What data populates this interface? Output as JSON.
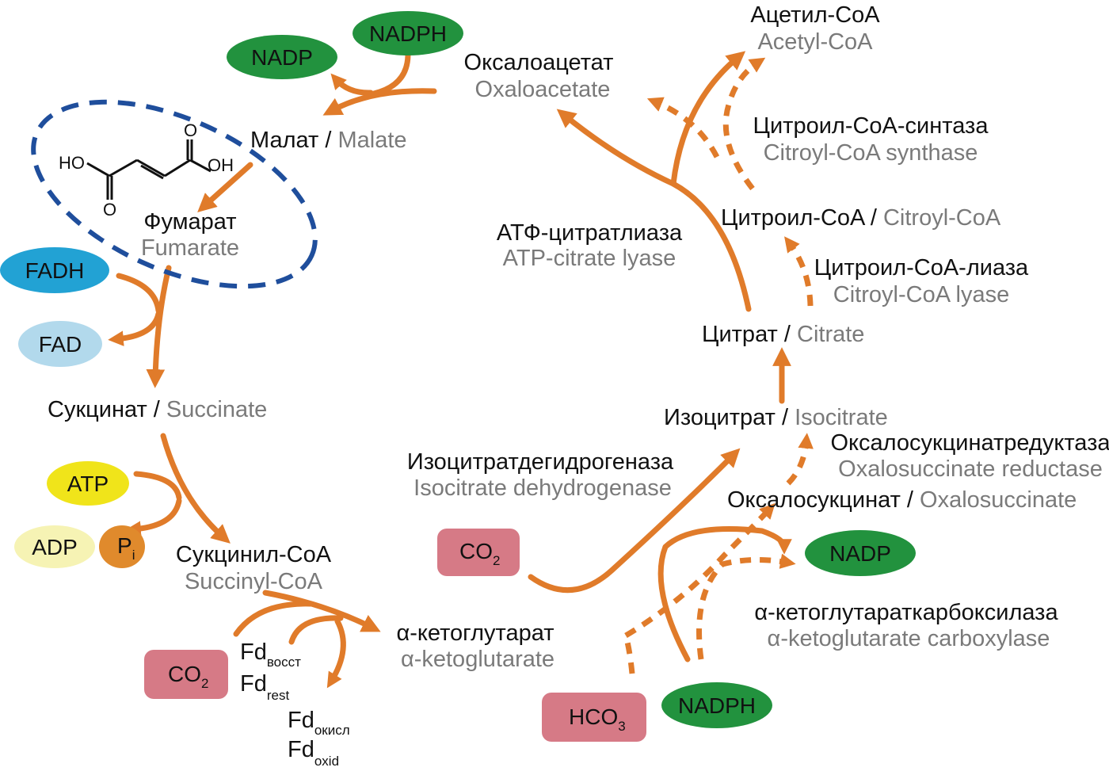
{
  "metabolites": {
    "oxaloacetate": {
      "ru": "Оксалоацетат",
      "en": "Oxaloacetate"
    },
    "malate": {
      "ru": "Малат",
      "sep": " / ",
      "en": "Malate"
    },
    "fumarate": {
      "ru": "Фумарат",
      "en": "Fumarate"
    },
    "succinate": {
      "ru": "Сукцинат",
      "sep": " / ",
      "en": "Succinate"
    },
    "succinyl_coa": {
      "ru": "Сукцинил-CoA",
      "en": "Succinyl-CoA"
    },
    "alpha_kg": {
      "ru": "α-кетоглутарат",
      "en": "α-ketoglutarate"
    },
    "oxalosuccinate": {
      "ru": "Оксалосукцинат",
      "sep": " / ",
      "en": "Oxalosuccinate"
    },
    "isocitrate": {
      "ru": "Изоцитрат",
      "sep": " / ",
      "en": "Isocitrate"
    },
    "citrate": {
      "ru": "Цитрат",
      "sep": " / ",
      "en": "Citrate"
    },
    "citroyl_coa": {
      "ru": "Цитроил-CoA",
      "sep": " / ",
      "en": "Citroyl-CoA"
    },
    "acetyl_coa": {
      "ru": "Ацетил-CoA",
      "en": "Acetyl-CoA"
    }
  },
  "enzymes": {
    "atp_citrate_lyase": {
      "ru": "АТФ-цитратлиаза",
      "en": "ATP-citrate lyase"
    },
    "citroyl_coa_synthase": {
      "ru": "Цитроил-CoA-синтаза",
      "en": "Citroyl-CoA synthase"
    },
    "citroyl_coa_lyase": {
      "ru": "Цитроил-CoA-лиаза",
      "en": "Citroyl-CoA lyase"
    },
    "oxalosuccinate_reductase": {
      "ru": "Оксалосукцинатредуктаза",
      "en": "Oxalosuccinate reductase"
    },
    "isocitrate_dehydrogenase": {
      "ru": "Изоцитратдегидрогеназа",
      "en": "Isocitrate dehydrogenase"
    },
    "akg_carboxylase": {
      "ru": "α-кетоглутараткарбоксилаза",
      "en": "α-ketoglutarate carboxylase"
    }
  },
  "cofactors": {
    "nadp_top": "NADP",
    "nadph_top": "NADPH",
    "fadh": "FADH",
    "fad": "FAD",
    "atp": "ATP",
    "adp": "ADP",
    "pi": {
      "main": "P",
      "sub": "i"
    },
    "co2_left": {
      "main": "CO",
      "sub": "2"
    },
    "co2_right": {
      "main": "CO",
      "sub": "2"
    },
    "hco3": {
      "main": "HCO",
      "sub": "3"
    },
    "nadp_right": "NADP",
    "nadph_bottom": "NADPH"
  },
  "ferredoxin": {
    "fd_red_ru": {
      "main": "Fd",
      "sub": "восст"
    },
    "fd_red_en": {
      "main": "Fd",
      "sub": "rest"
    },
    "fd_ox_ru": {
      "main": "Fd",
      "sub": "окисл"
    },
    "fd_ox_en": {
      "main": "Fd",
      "sub": "oxid"
    }
  },
  "fumarate_structure": {
    "ho": "HO",
    "oh": "OH",
    "o_top": "O",
    "o_bottom": "O"
  },
  "colors": {
    "arrow": "#e07b2a",
    "dashed_outline": "#1f4e9c",
    "nadp_green": "#22923e",
    "fadh_blue": "#22a2d4",
    "fad_lightblue": "#b2d9ec",
    "atp_yellow": "#f0e41a",
    "adp_paleyellow": "#f6f3b4",
    "pi_orange": "#e08a2c",
    "co2_pink": "#d67a86"
  }
}
